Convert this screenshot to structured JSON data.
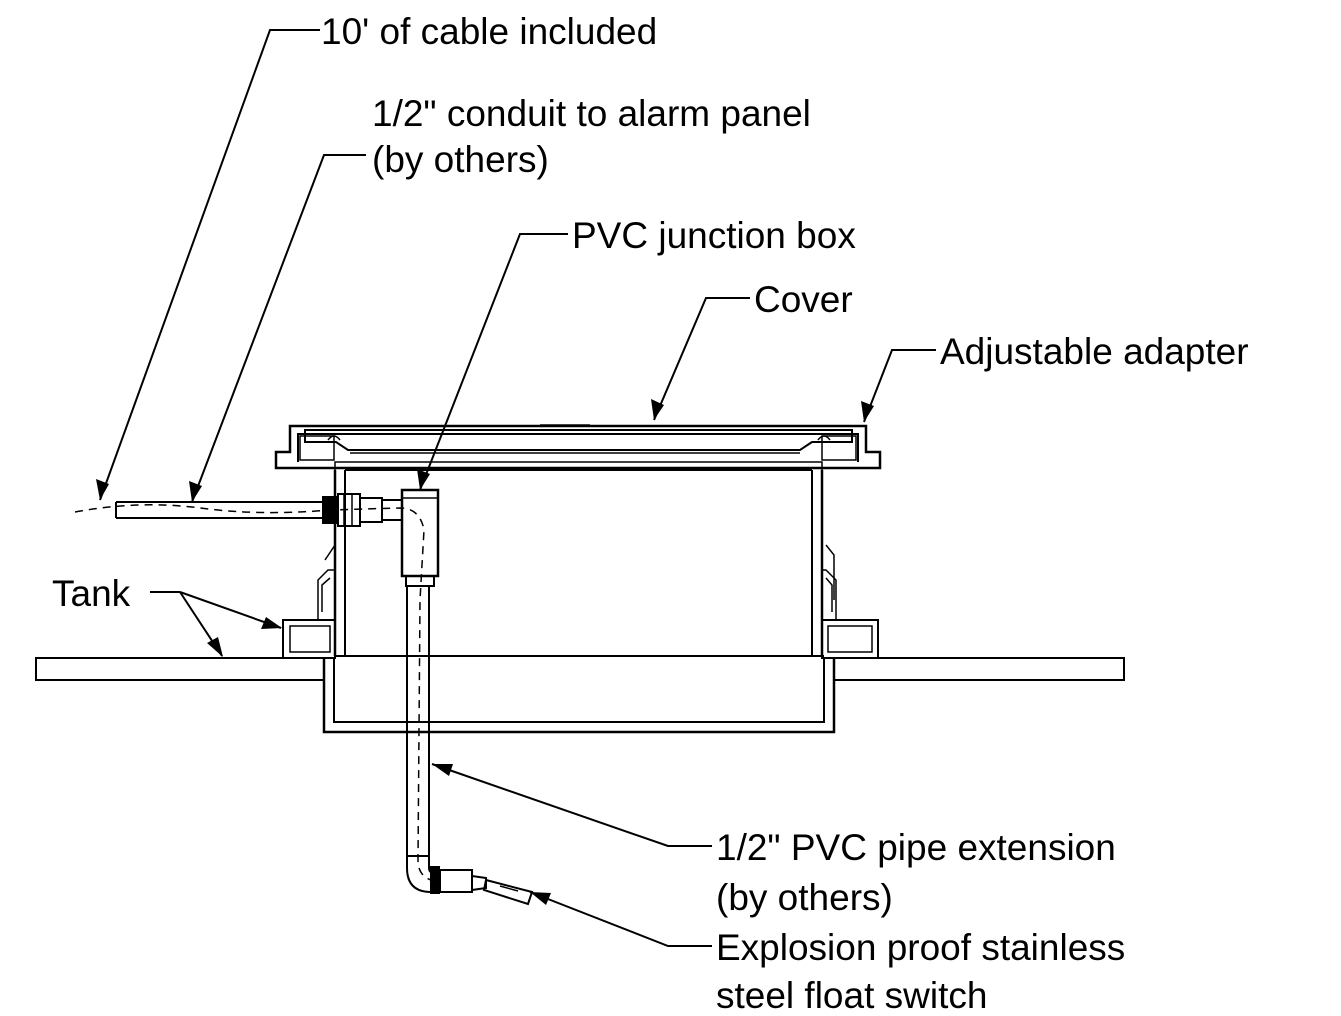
{
  "labels": {
    "cable": "10' of cable included",
    "conduit_line1": "1/2\" conduit to alarm panel",
    "conduit_line2": "(by others)",
    "junction_box": "PVC junction box",
    "cover": "Cover",
    "adapter": "Adjustable adapter",
    "tank": "Tank",
    "pipe_line1": "1/2\" PVC pipe extension",
    "pipe_line2": "(by others)",
    "float_line1": "Explosion proof stainless",
    "float_line2": "steel float switch"
  }
}
